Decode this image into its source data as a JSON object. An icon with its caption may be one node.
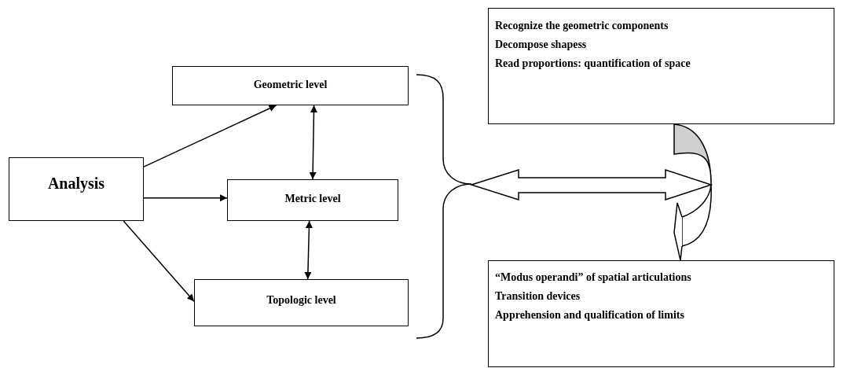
{
  "diagram": {
    "nodes": [
      {
        "text": [
          "Analysis"
        ]
      },
      {
        "text": [
          "Geometric level"
        ]
      },
      {
        "text": [
          "Metric level"
        ]
      },
      {
        "text": [
          "Topologic level"
        ]
      },
      {
        "text": [
          "Recognize the geometric components",
          "Decompose shapess",
          "Read proportions: quantification of space"
        ]
      },
      {
        "text": [
          "“Modus operandi” of spatial articulations",
          "Transition devices",
          "Apprehension and qualification of limits"
        ]
      }
    ],
    "edges": [
      {
        "from": 0,
        "to": 1,
        "arrow": "to"
      },
      {
        "from": 0,
        "to": 2,
        "arrow": "to"
      },
      {
        "from": 0,
        "to": 3,
        "arrow": "to"
      },
      {
        "from": 1,
        "to": 2,
        "arrow": "both"
      },
      {
        "from": 2,
        "to": 3,
        "arrow": "both"
      },
      {
        "from": 4,
        "to": null,
        "arrow": "to"
      },
      {
        "from": null,
        "to": 5,
        "arrow": "both"
      }
    ]
  }
}
